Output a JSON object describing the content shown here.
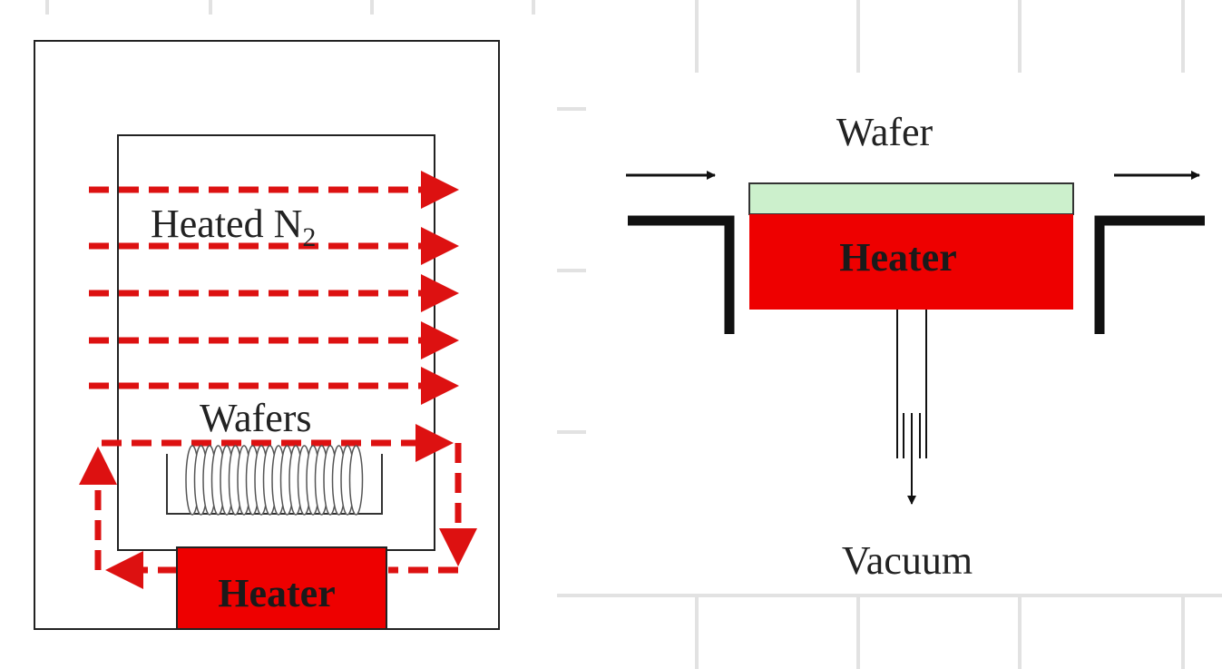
{
  "left_diagram": {
    "gas_label": "Heated N",
    "gas_subscript": "2",
    "wafers_label": "Wafers",
    "heater_label": "Heater"
  },
  "right_diagram": {
    "wafer_label": "Wafer",
    "heater_label": "Heater",
    "vacuum_label": "Vacuum"
  },
  "colors": {
    "heater": "#ee0000",
    "flow_arrow": "#dd1111",
    "wafer": "#ccf0cc",
    "grid": "#e2e2e2"
  }
}
